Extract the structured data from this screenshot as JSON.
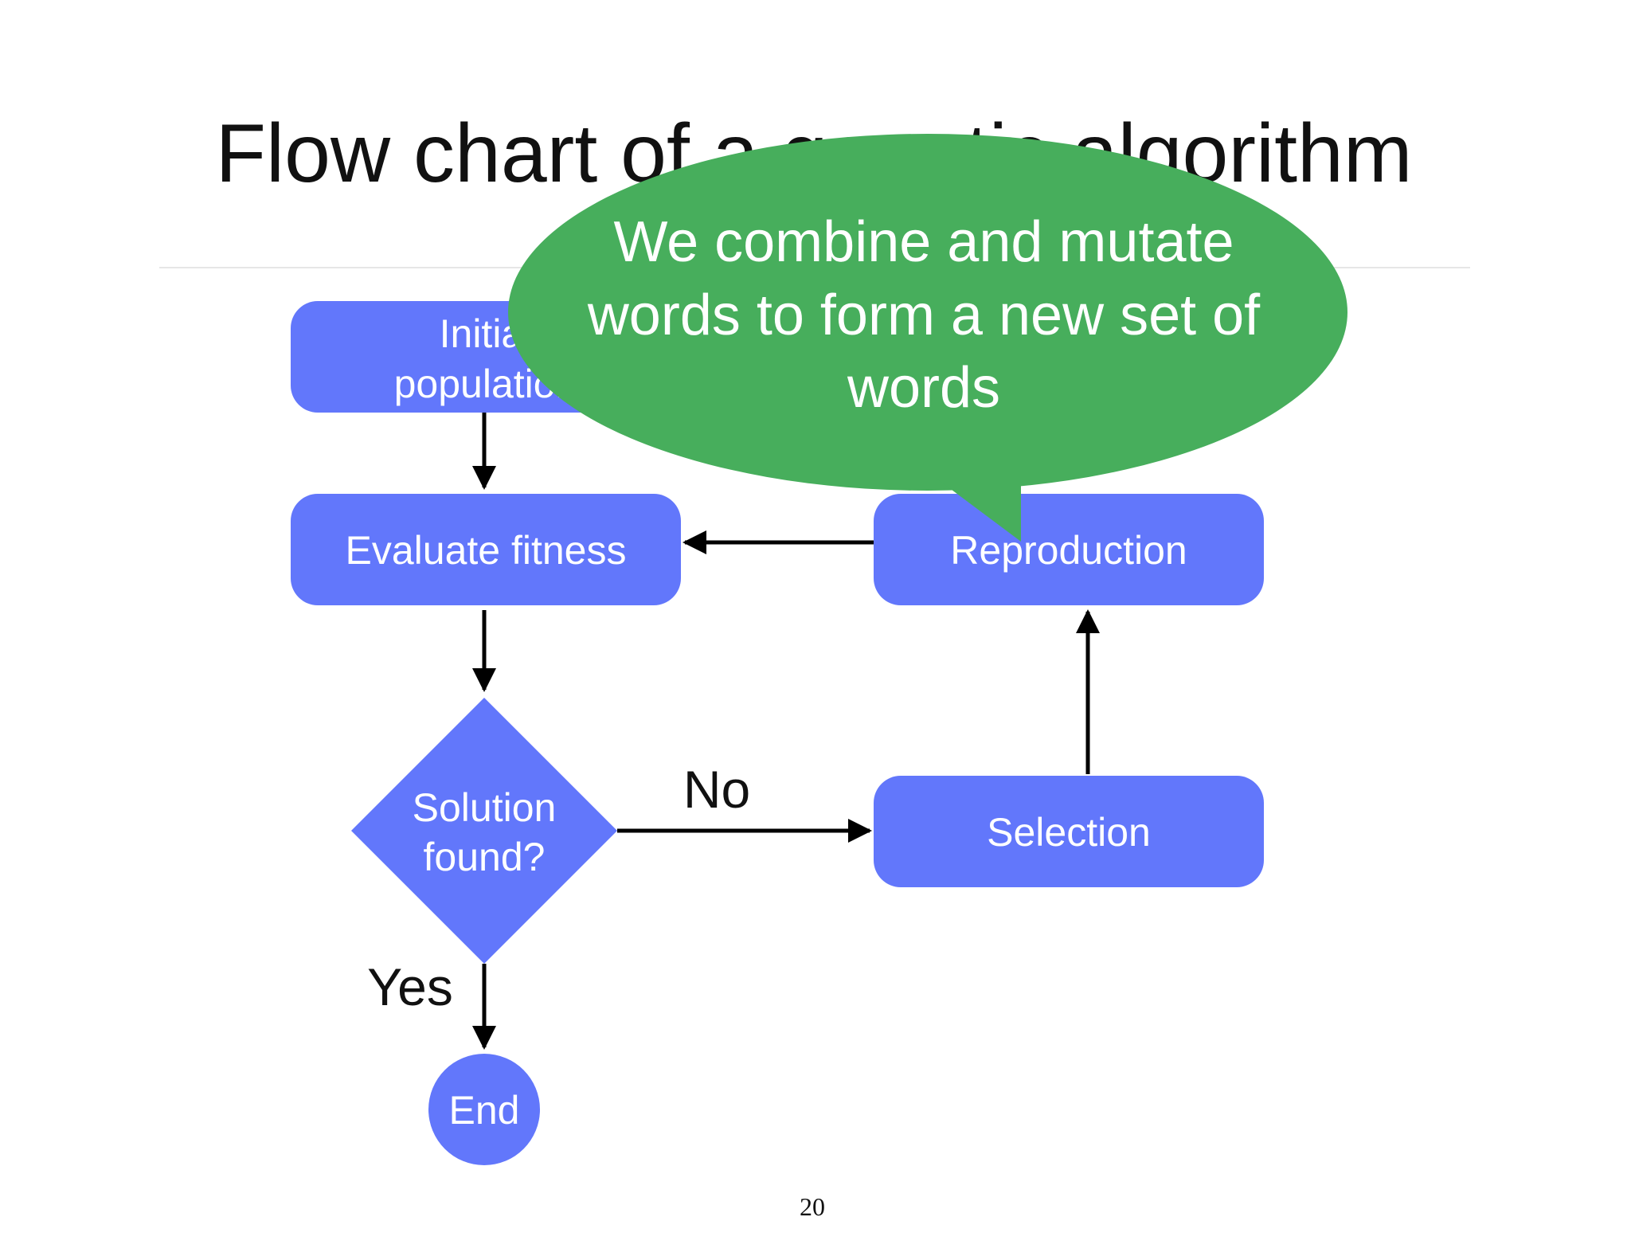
{
  "slide": {
    "title": "Flow chart of a genetic algorithm",
    "page_number": "20"
  },
  "nodes": {
    "initial_population": {
      "line1": "Initial",
      "line2": "population"
    },
    "evaluate_fitness": {
      "label": "Evaluate fitness"
    },
    "solution_found": {
      "line1": "Solution",
      "line2": "found?"
    },
    "end": {
      "label": "End"
    },
    "selection": {
      "label": "Selection"
    },
    "reproduction": {
      "label": "Reproduction"
    }
  },
  "edges": {
    "no_label": "No",
    "yes_label": "Yes"
  },
  "callout": {
    "line1": "We combine and mutate",
    "line2": "words to form a new set of",
    "line3": "words"
  },
  "colors": {
    "node_fill": "#6277FB",
    "callout_fill": "#47AE5C",
    "arrow": "#000000"
  }
}
